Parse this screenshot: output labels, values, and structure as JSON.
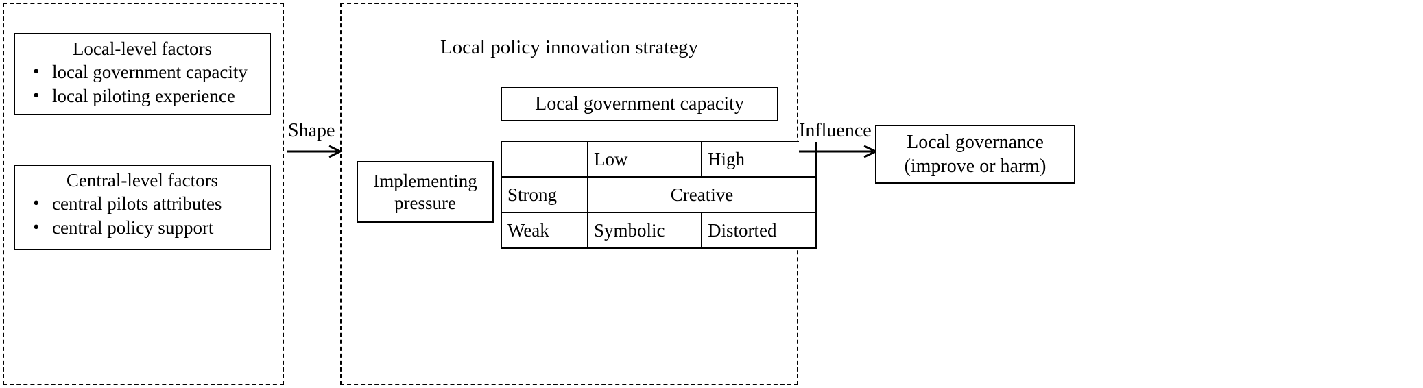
{
  "diagram": {
    "panels": {
      "left": {
        "name": "antecedent-factors-panel",
        "boxes": [
          {
            "title": "Local-level factors",
            "items": [
              "local government capacity",
              "local piloting experience"
            ],
            "bullet": "•"
          },
          {
            "title": "Central-level factors",
            "items": [
              "central pilots attributes",
              "central policy support"
            ],
            "bullet": "•"
          }
        ]
      },
      "middle": {
        "name": "strategy-panel",
        "title": "Local policy innovation strategy",
        "capacity_header": "Local government capacity",
        "pressure_box": {
          "line1": "Implementing",
          "line2": "pressure"
        },
        "matrix": {
          "corner": "",
          "columns": [
            "Low",
            "High"
          ],
          "rows": [
            {
              "label": "Strong",
              "cells": [
                "Creative"
              ],
              "span": 2
            },
            {
              "label": "Weak",
              "cells": [
                "Symbolic",
                "Distorted"
              ],
              "span": 1
            }
          ]
        }
      },
      "right": {
        "name": "outcome-panel",
        "box": {
          "line1": "Local governance",
          "line2": "(improve or harm)"
        }
      }
    },
    "arrows": [
      {
        "id": "shape",
        "label": "Shape"
      },
      {
        "id": "influence",
        "label": "Influence"
      }
    ],
    "colors": {
      "stroke": "#000000",
      "background": "#ffffff"
    }
  }
}
